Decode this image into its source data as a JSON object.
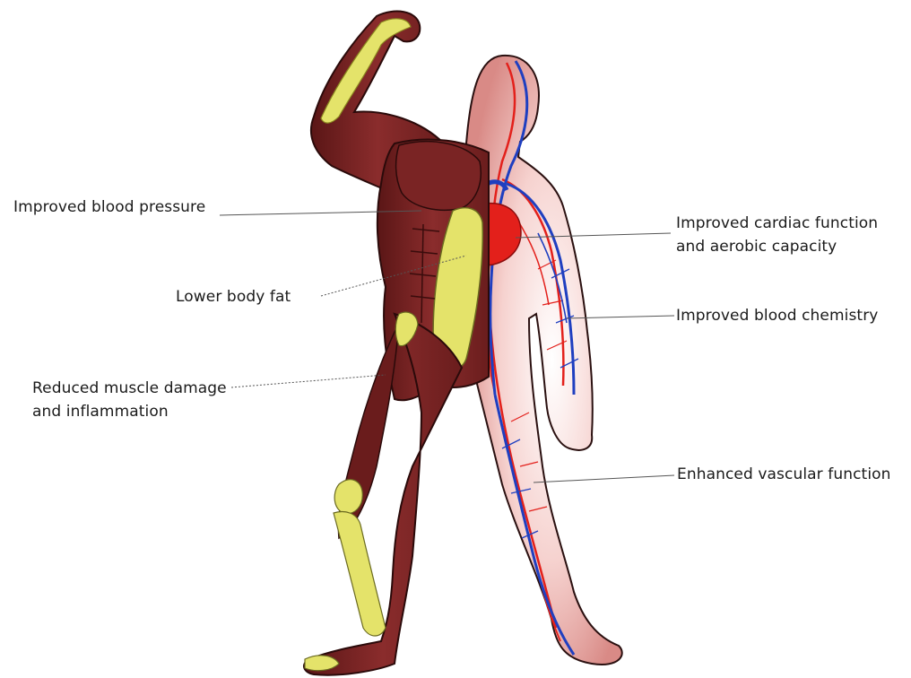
{
  "labels": {
    "blood_pressure": "Improved blood pressure",
    "body_fat": "Lower body fat",
    "muscle_damage": [
      "Reduced muscle damage",
      "and inflammation"
    ],
    "cardiac": [
      "Improved cardiac function",
      "and aerobic capacity"
    ],
    "blood_chemistry": "Improved blood chemistry",
    "vascular": "Enhanced vascular function"
  },
  "colors": {
    "muscle": "#7a2424",
    "muscle_dark": "#4a1010",
    "bone": "#e4e36a",
    "skin": "#f2c3c0",
    "artery": "#e3201b",
    "vein": "#1f3fc0",
    "leader_line": "#555555"
  }
}
